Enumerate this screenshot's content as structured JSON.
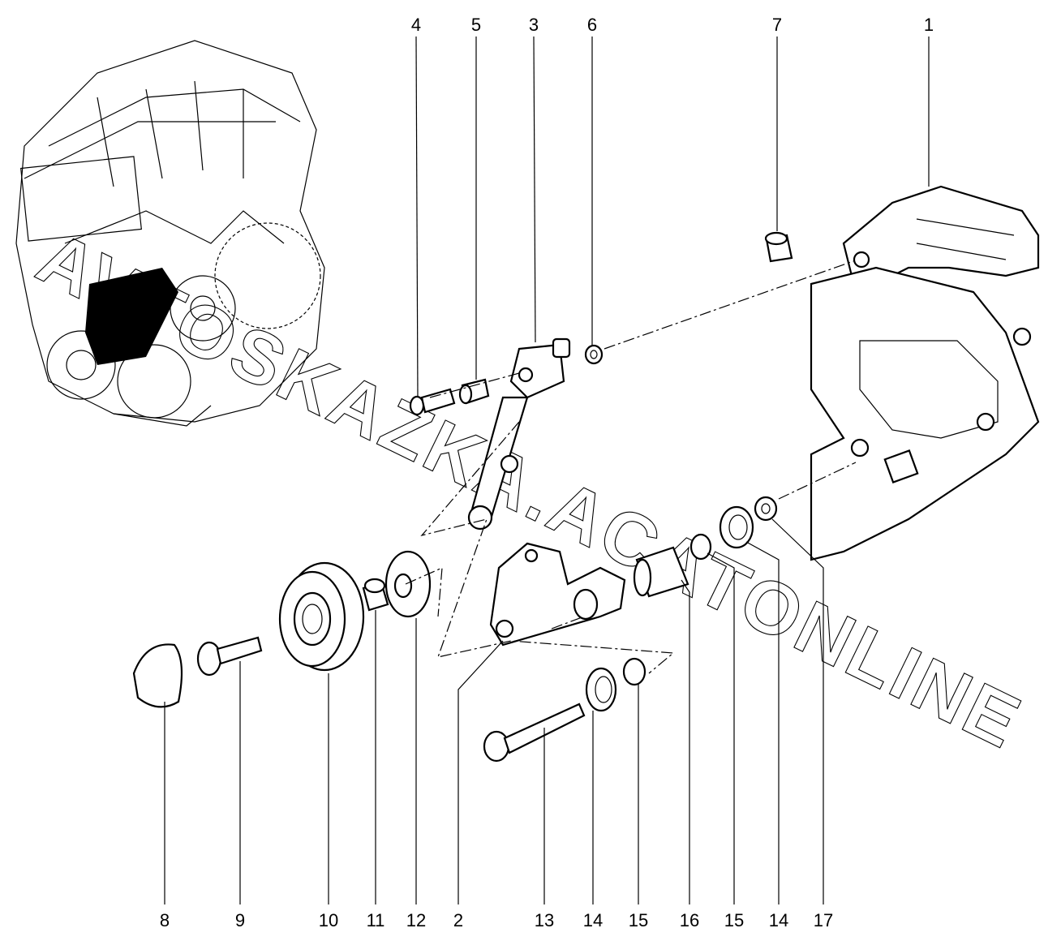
{
  "diagram": {
    "top_callouts": [
      {
        "label": "4"
      },
      {
        "label": "5"
      },
      {
        "label": "3"
      },
      {
        "label": "6"
      },
      {
        "label": "7"
      },
      {
        "label": "1"
      }
    ],
    "bottom_callouts": [
      {
        "label": "8"
      },
      {
        "label": "9"
      },
      {
        "label": "10"
      },
      {
        "label": "11"
      },
      {
        "label": "12"
      },
      {
        "label": "2"
      },
      {
        "label": "13"
      },
      {
        "label": "14"
      },
      {
        "label": "15"
      },
      {
        "label": "16"
      },
      {
        "label": "15"
      },
      {
        "label": "14"
      },
      {
        "label": "17"
      }
    ],
    "watermark": "AVTOSKAZKA.ACATONLINE"
  }
}
